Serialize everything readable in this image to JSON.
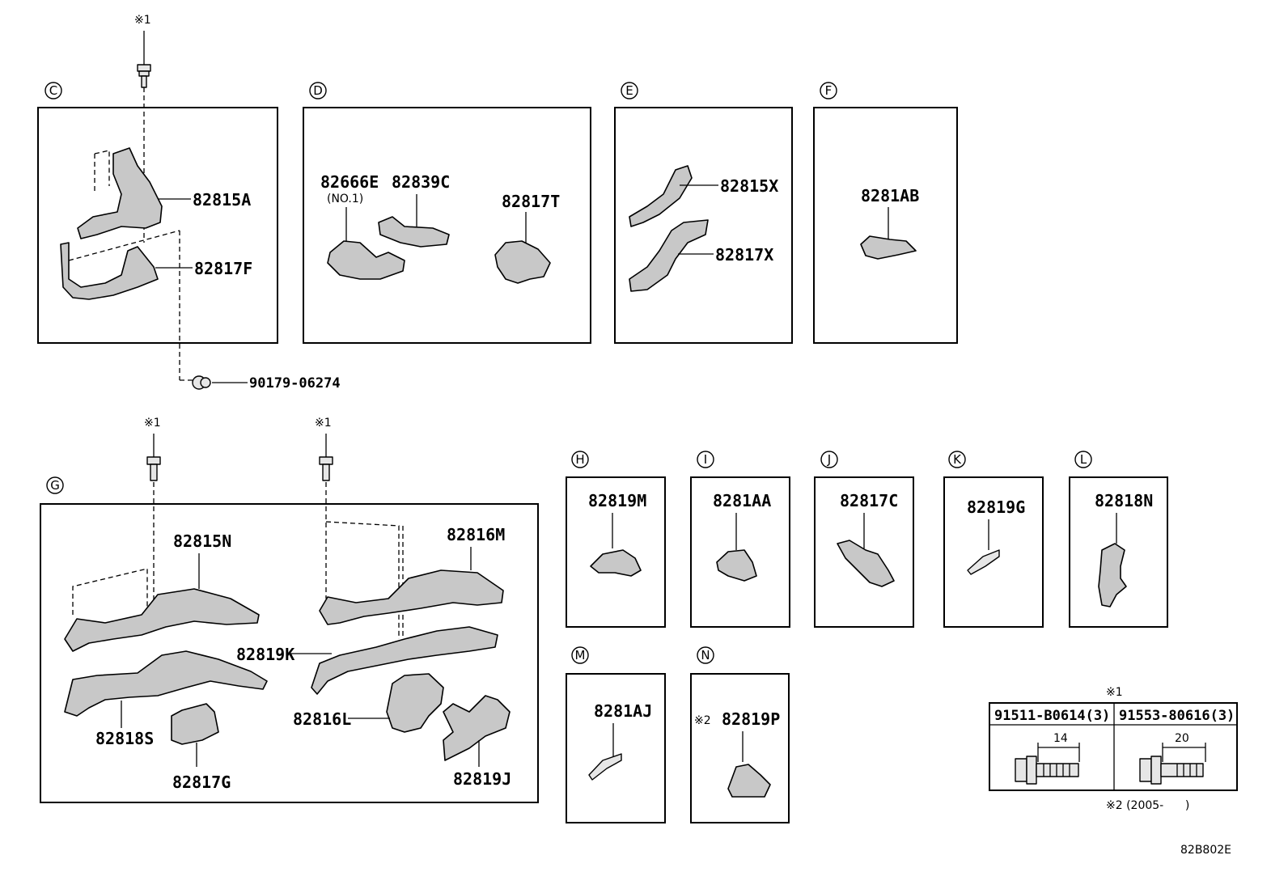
{
  "sections": {
    "C": {
      "letter": "C",
      "labels": [
        "82815A",
        "82817F"
      ]
    },
    "D": {
      "letter": "D",
      "labels": [
        "82666E",
        "82839C",
        "82817T"
      ],
      "sub_note": "(NO.1)"
    },
    "E": {
      "letter": "E",
      "labels": [
        "82815X",
        "82817X"
      ]
    },
    "F": {
      "letter": "F",
      "labels": [
        "8281AB"
      ]
    },
    "G": {
      "letter": "G",
      "labels": [
        "82815N",
        "82816M",
        "82819K",
        "82816L",
        "82818S",
        "82817G",
        "82819J"
      ]
    },
    "H": {
      "letter": "H",
      "labels": [
        "82819M"
      ]
    },
    "I": {
      "letter": "I",
      "labels": [
        "8281AA"
      ]
    },
    "J": {
      "letter": "J",
      "labels": [
        "82817C"
      ]
    },
    "K": {
      "letter": "K",
      "labels": [
        "82819G"
      ]
    },
    "L": {
      "letter": "L",
      "labels": [
        "82818N"
      ]
    },
    "M": {
      "letter": "M",
      "labels": [
        "8281AJ"
      ]
    },
    "N": {
      "letter": "N",
      "labels": [
        "82819P"
      ],
      "mark": "※2"
    }
  },
  "nut_label": "90179-06274",
  "bolt_mark": "※1",
  "bolt_table": {
    "mark": "※1",
    "headers": [
      "91511-B0614(3)",
      "91553-80616(3)"
    ],
    "dims": [
      "14",
      "20"
    ]
  },
  "footnote": "※2 (2005-      )",
  "diagram_code": "82B802E"
}
